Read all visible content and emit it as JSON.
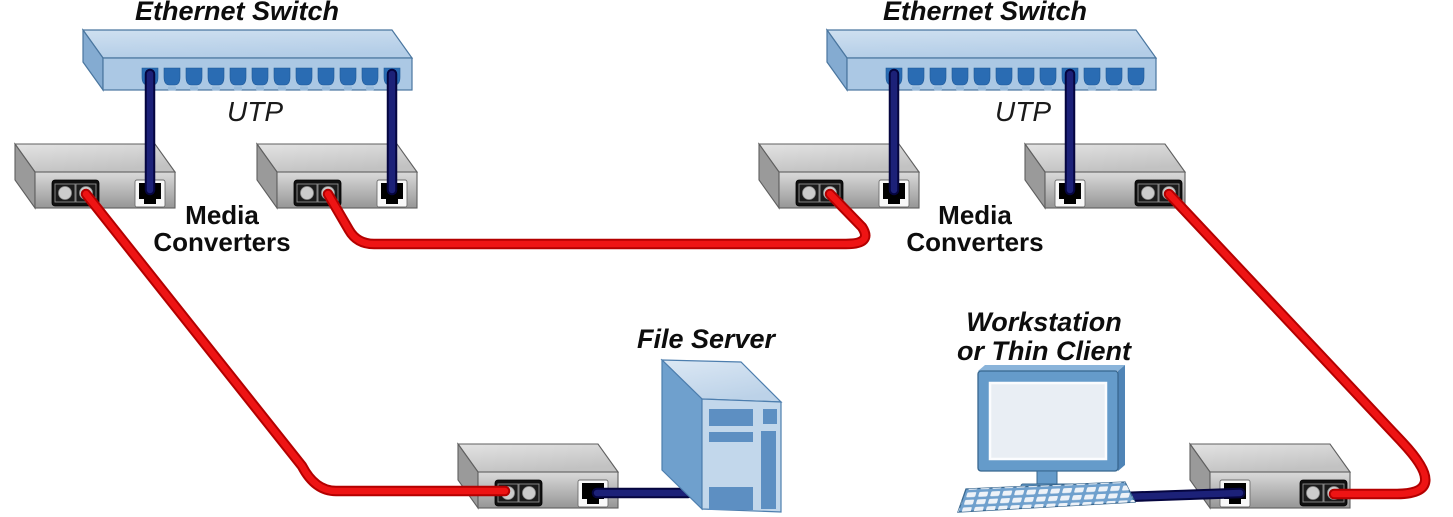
{
  "labels": {
    "left_switch": "Ethernet Switch",
    "right_switch": "Ethernet Switch",
    "left_utp": "UTP",
    "right_utp": "UTP",
    "left_media": [
      "Media",
      "Converters"
    ],
    "right_media": [
      "Media",
      "Converters"
    ],
    "file_server": "File Server",
    "workstation": [
      "Workstation",
      "or Thin Client"
    ]
  },
  "colors": {
    "fiber_cable_red": "#ee1414",
    "utp_cable_navy": "#1c2178",
    "switch_body_blue": "#abc8e4",
    "switch_port_blue": "#2a6cb3",
    "converter_body_gray": "#b8b8b8",
    "server_front_blue": "#c2d7eb",
    "monitor_frame_blue": "#659bca",
    "screen_light": "#e9eef4",
    "label_text": "#0d0d0d"
  }
}
